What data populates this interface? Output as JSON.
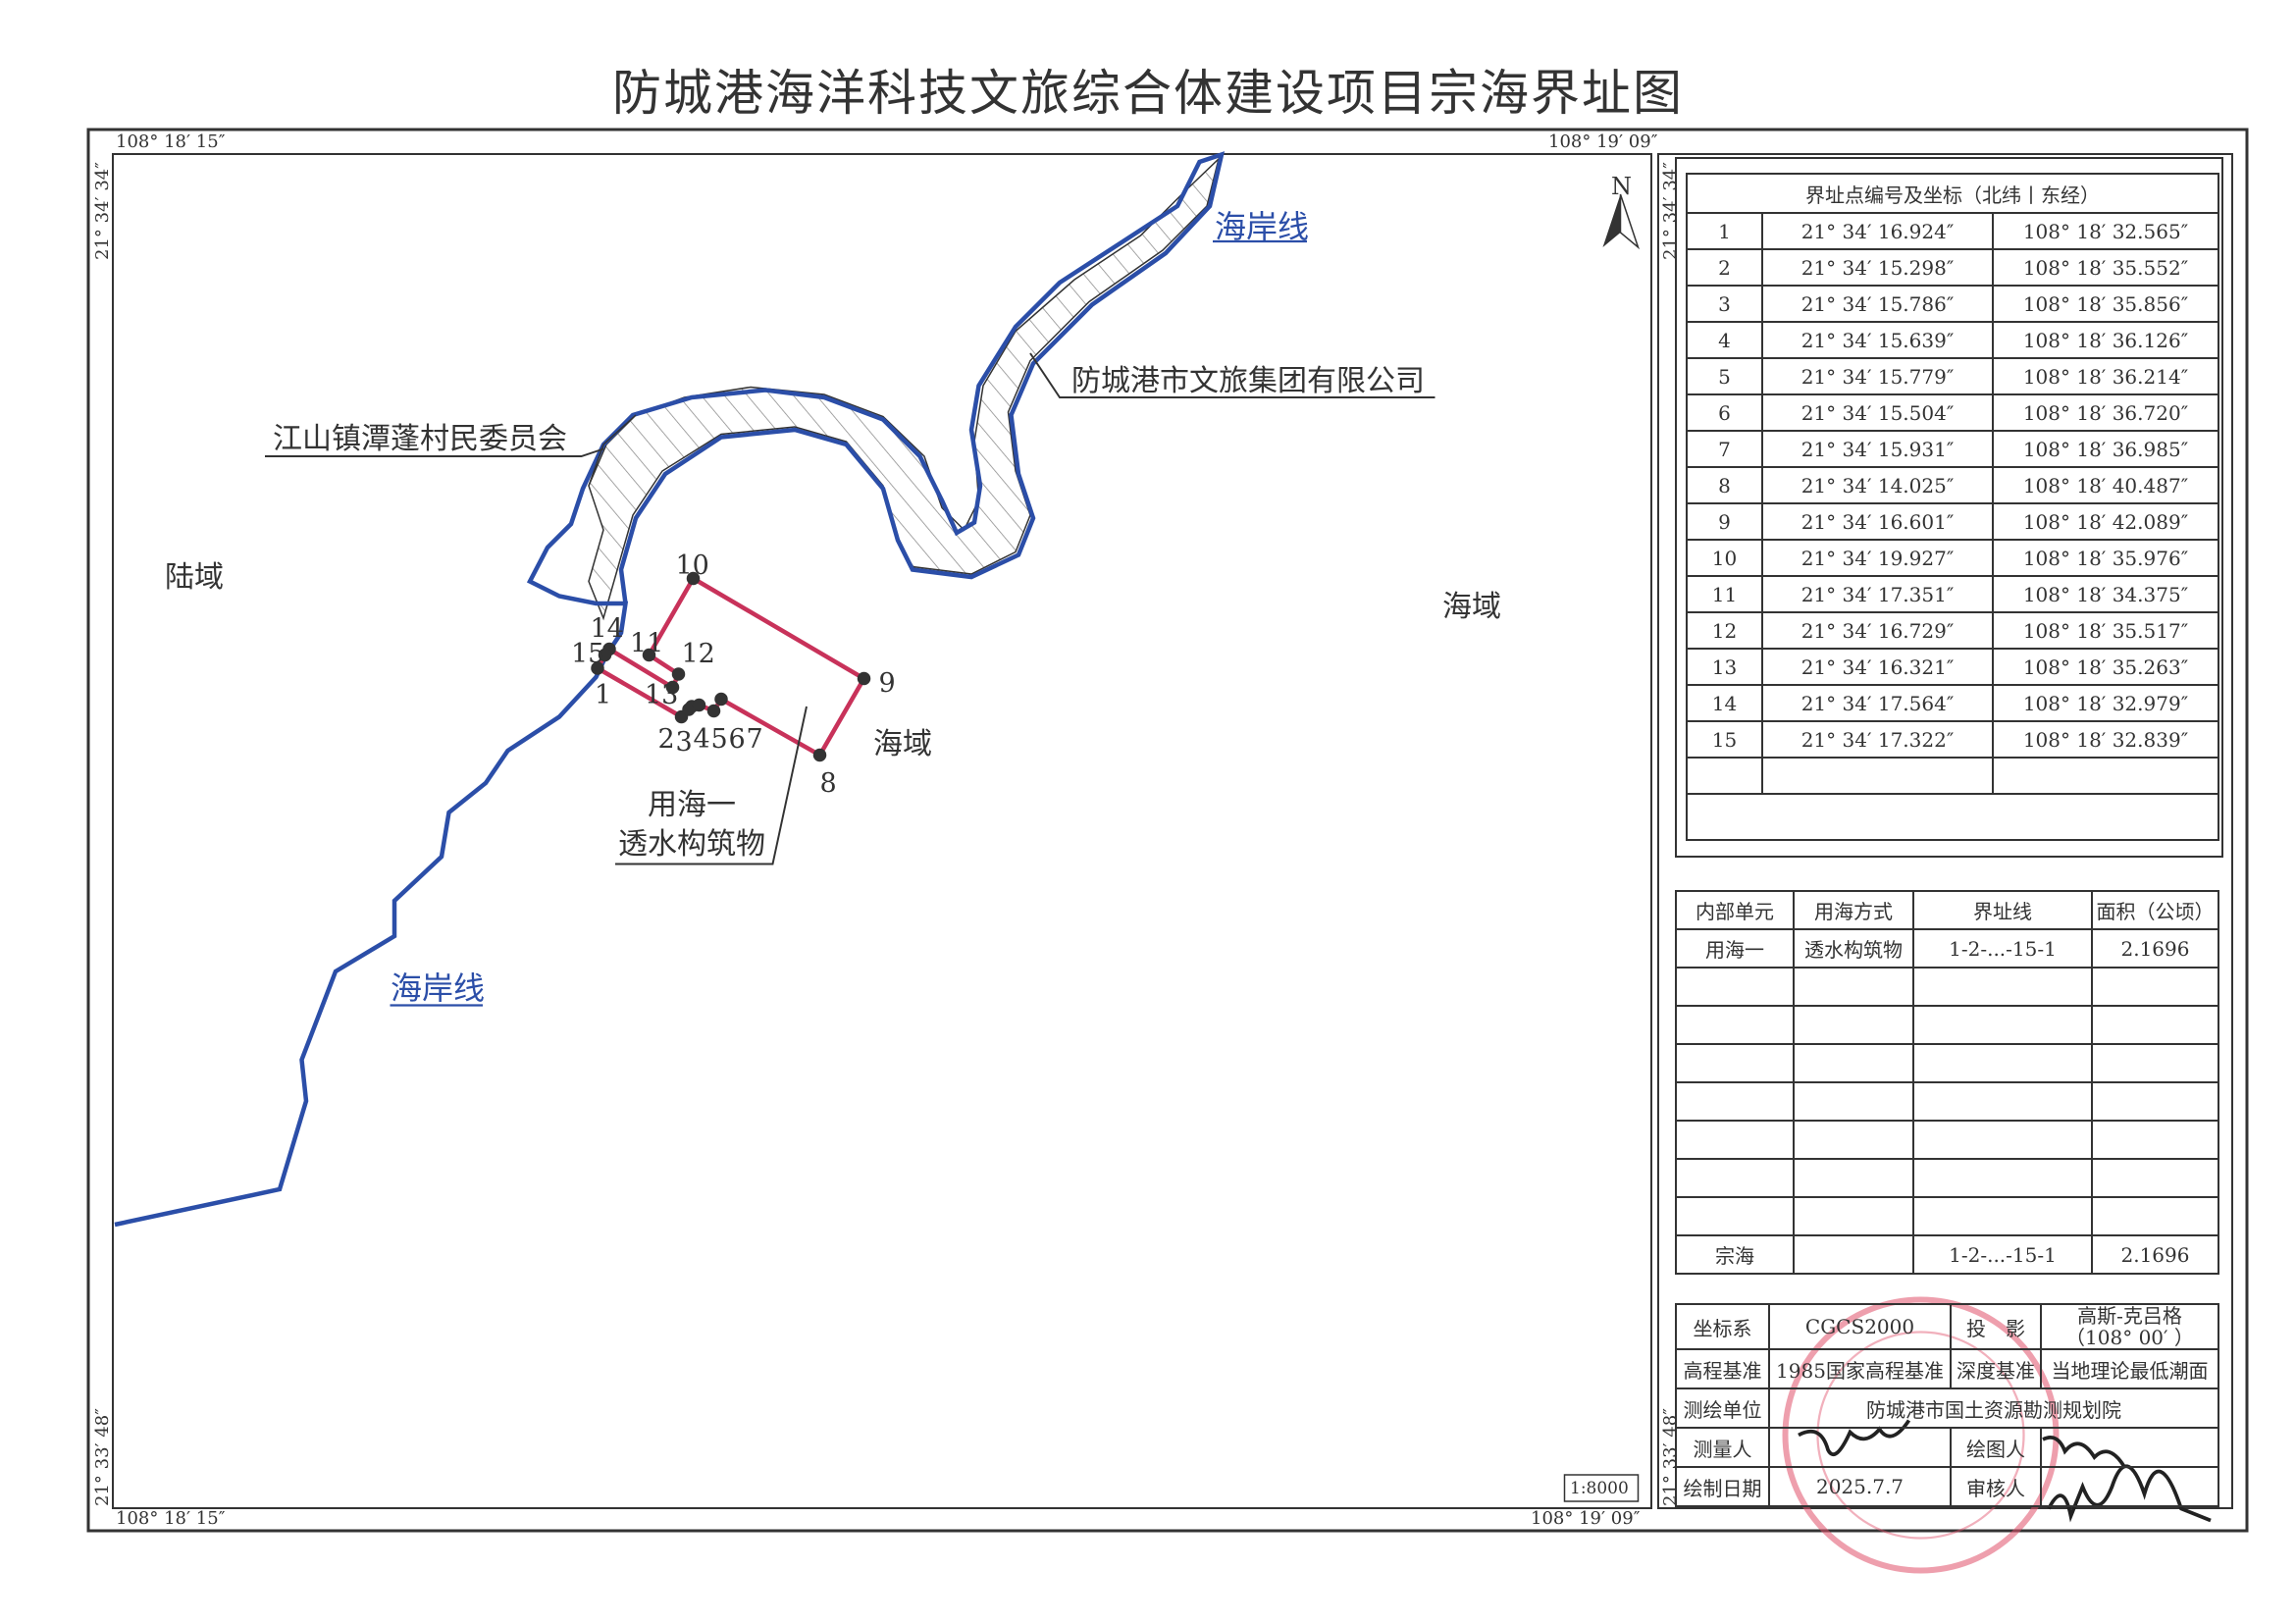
{
  "title": "防城港海洋科技文旅综合体建设项目宗海界址图",
  "map": {
    "graticule": {
      "top_left_lon": "108° 18′ 15″",
      "top_right_lon": "108° 19′ 09″",
      "bottom_left_lon": "108° 18′ 15″",
      "bottom_right_lon": "108° 19′ 09″",
      "top_lat": "21° 34′ 34″",
      "bottom_lat": "21° 33′ 48″"
    },
    "north_label": "N",
    "labels": {
      "coastline_top": "海岸线",
      "coastline_left": "海岸线",
      "company": "防城港市文旅集团有限公司",
      "village": "江山镇潭蓬村民委员会",
      "land": "陆域",
      "sea_right": "海域",
      "sea_near": "海域",
      "use_unit": "用海一",
      "use_type": "透水构筑物"
    },
    "point_labels": [
      "1",
      "2",
      "3",
      "4",
      "5",
      "6",
      "7",
      "8",
      "9",
      "10",
      "11",
      "12",
      "13",
      "14",
      "15"
    ],
    "scale": "1:8000",
    "colors": {
      "coastline": "#2b4ea8",
      "boundary": "#c8325a",
      "fill": "#1a7fd4",
      "hatch_area": "#555555",
      "stamp": "#e0506a"
    }
  },
  "points_table": {
    "header": "界址点编号及坐标（北纬丨东经）",
    "rows": [
      {
        "no": "1",
        "lat": "21° 34′ 16.924″",
        "lon": "108° 18′ 32.565″"
      },
      {
        "no": "2",
        "lat": "21° 34′ 15.298″",
        "lon": "108° 18′ 35.552″"
      },
      {
        "no": "3",
        "lat": "21° 34′ 15.786″",
        "lon": "108° 18′ 35.856″"
      },
      {
        "no": "4",
        "lat": "21° 34′ 15.639″",
        "lon": "108° 18′ 36.126″"
      },
      {
        "no": "5",
        "lat": "21° 34′ 15.779″",
        "lon": "108° 18′ 36.214″"
      },
      {
        "no": "6",
        "lat": "21° 34′ 15.504″",
        "lon": "108° 18′ 36.720″"
      },
      {
        "no": "7",
        "lat": "21° 34′ 15.931″",
        "lon": "108° 18′ 36.985″"
      },
      {
        "no": "8",
        "lat": "21° 34′ 14.025″",
        "lon": "108° 18′ 40.487″"
      },
      {
        "no": "9",
        "lat": "21° 34′ 16.601″",
        "lon": "108° 18′ 42.089″"
      },
      {
        "no": "10",
        "lat": "21° 34′ 19.927″",
        "lon": "108° 18′ 35.976″"
      },
      {
        "no": "11",
        "lat": "21° 34′ 17.351″",
        "lon": "108° 18′ 34.375″"
      },
      {
        "no": "12",
        "lat": "21° 34′ 16.729″",
        "lon": "108° 18′ 35.517″"
      },
      {
        "no": "13",
        "lat": "21° 34′ 16.321″",
        "lon": "108° 18′ 35.263″"
      },
      {
        "no": "14",
        "lat": "21° 34′ 17.564″",
        "lon": "108° 18′ 32.979″"
      },
      {
        "no": "15",
        "lat": "21° 34′ 17.322″",
        "lon": "108° 18′ 32.839″"
      }
    ]
  },
  "units_table": {
    "headers": [
      "内部单元",
      "用海方式",
      "界址线",
      "面积（公顷）"
    ],
    "rows": [
      [
        "用海一",
        "透水构筑物",
        "1-2-...-15-1",
        "2.1696"
      ]
    ],
    "total": {
      "label": "宗海",
      "line": "1-2-...-15-1",
      "area": "2.1696"
    }
  },
  "meta_table": {
    "coord_sys_label": "坐标系",
    "coord_sys": "CGCS2000",
    "projection_label": "投　影",
    "projection": "高斯-克吕格",
    "projection_meridian": "（108° 00′ ）",
    "elev_label": "高程基准",
    "elev": "1985国家高程基准",
    "depth_label": "深度基准",
    "depth": "当地理论最低潮面",
    "surveyor_unit_label": "测绘单位",
    "surveyor_unit": "防城港市国土资源勘测规划院",
    "surveyor_label": "测量人",
    "drafter_label": "绘图人",
    "date_label": "绘制日期",
    "date": "2025.7.7",
    "reviewer_label": "审核人"
  }
}
